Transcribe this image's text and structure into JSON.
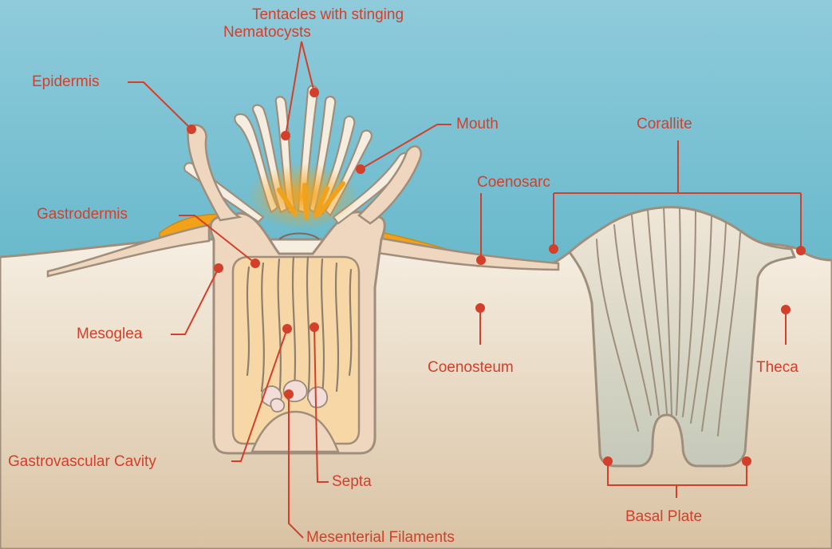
{
  "labels": {
    "tentacles_line1": "Tentacles with stinging",
    "tentacles_line2": "Nematocysts",
    "epidermis": "Epidermis",
    "mouth": "Mouth",
    "corallite": "Corallite",
    "coenosarc": "Coenosarc",
    "gastrodermis": "Gastrodermis",
    "mesoglea": "Mesoglea",
    "coenosteum": "Coenosteum",
    "theca": "Theca",
    "gastrovascular_cavity": "Gastrovascular Cavity",
    "septa": "Septa",
    "basal_plate": "Basal Plate",
    "mesenterial_filaments": "Mesenterial Filaments"
  },
  "colors": {
    "water_top": "#8fcbdb",
    "water_bottom": "#3fa6bb",
    "sediment_top": "#f6efe3",
    "sediment_bottom": "#d9c2a3",
    "label": "#d23f2a",
    "polyp_body": "#efd7bf",
    "cavity": "#f8d7a6",
    "coenosarc": "#f2a21a",
    "tentacle": "#f5eee0",
    "skeleton": "#c9cbbd",
    "outline": "#a08e7c"
  }
}
